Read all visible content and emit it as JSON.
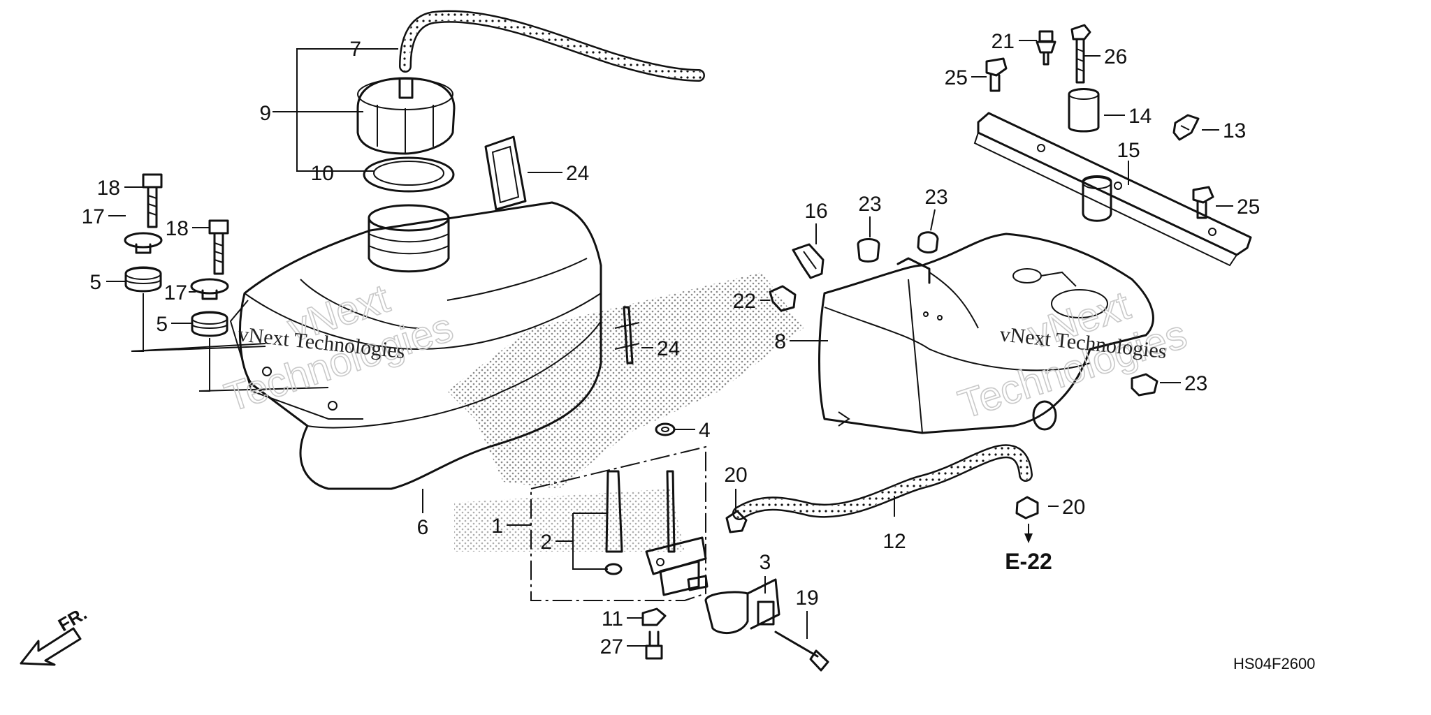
{
  "labels": {
    "p1": "1",
    "p2": "2",
    "p3": "3",
    "p4": "4",
    "p5a": "5",
    "p5b": "5",
    "p6": "6",
    "p7": "7",
    "p8": "8",
    "p9": "9",
    "p10": "10",
    "p11": "11",
    "p12": "12",
    "p13": "13",
    "p14": "14",
    "p15": "15",
    "p16": "16",
    "p17a": "17",
    "p17b": "17",
    "p18a": "18",
    "p18b": "18",
    "p19": "19",
    "p20a": "20",
    "p20b": "20",
    "p21": "21",
    "p22": "22",
    "p23a": "23",
    "p23b": "23",
    "p23c": "23",
    "p24a": "24",
    "p24b": "24",
    "p25a": "25",
    "p25b": "25",
    "p26": "26",
    "p27": "27"
  },
  "reference": "E-22",
  "diagram_code": "HS04F2600",
  "front_marker": "FR.",
  "watermark": {
    "text": "vNext Technologies",
    "big_line1": "vNext",
    "big_line2": "Technologies"
  }
}
